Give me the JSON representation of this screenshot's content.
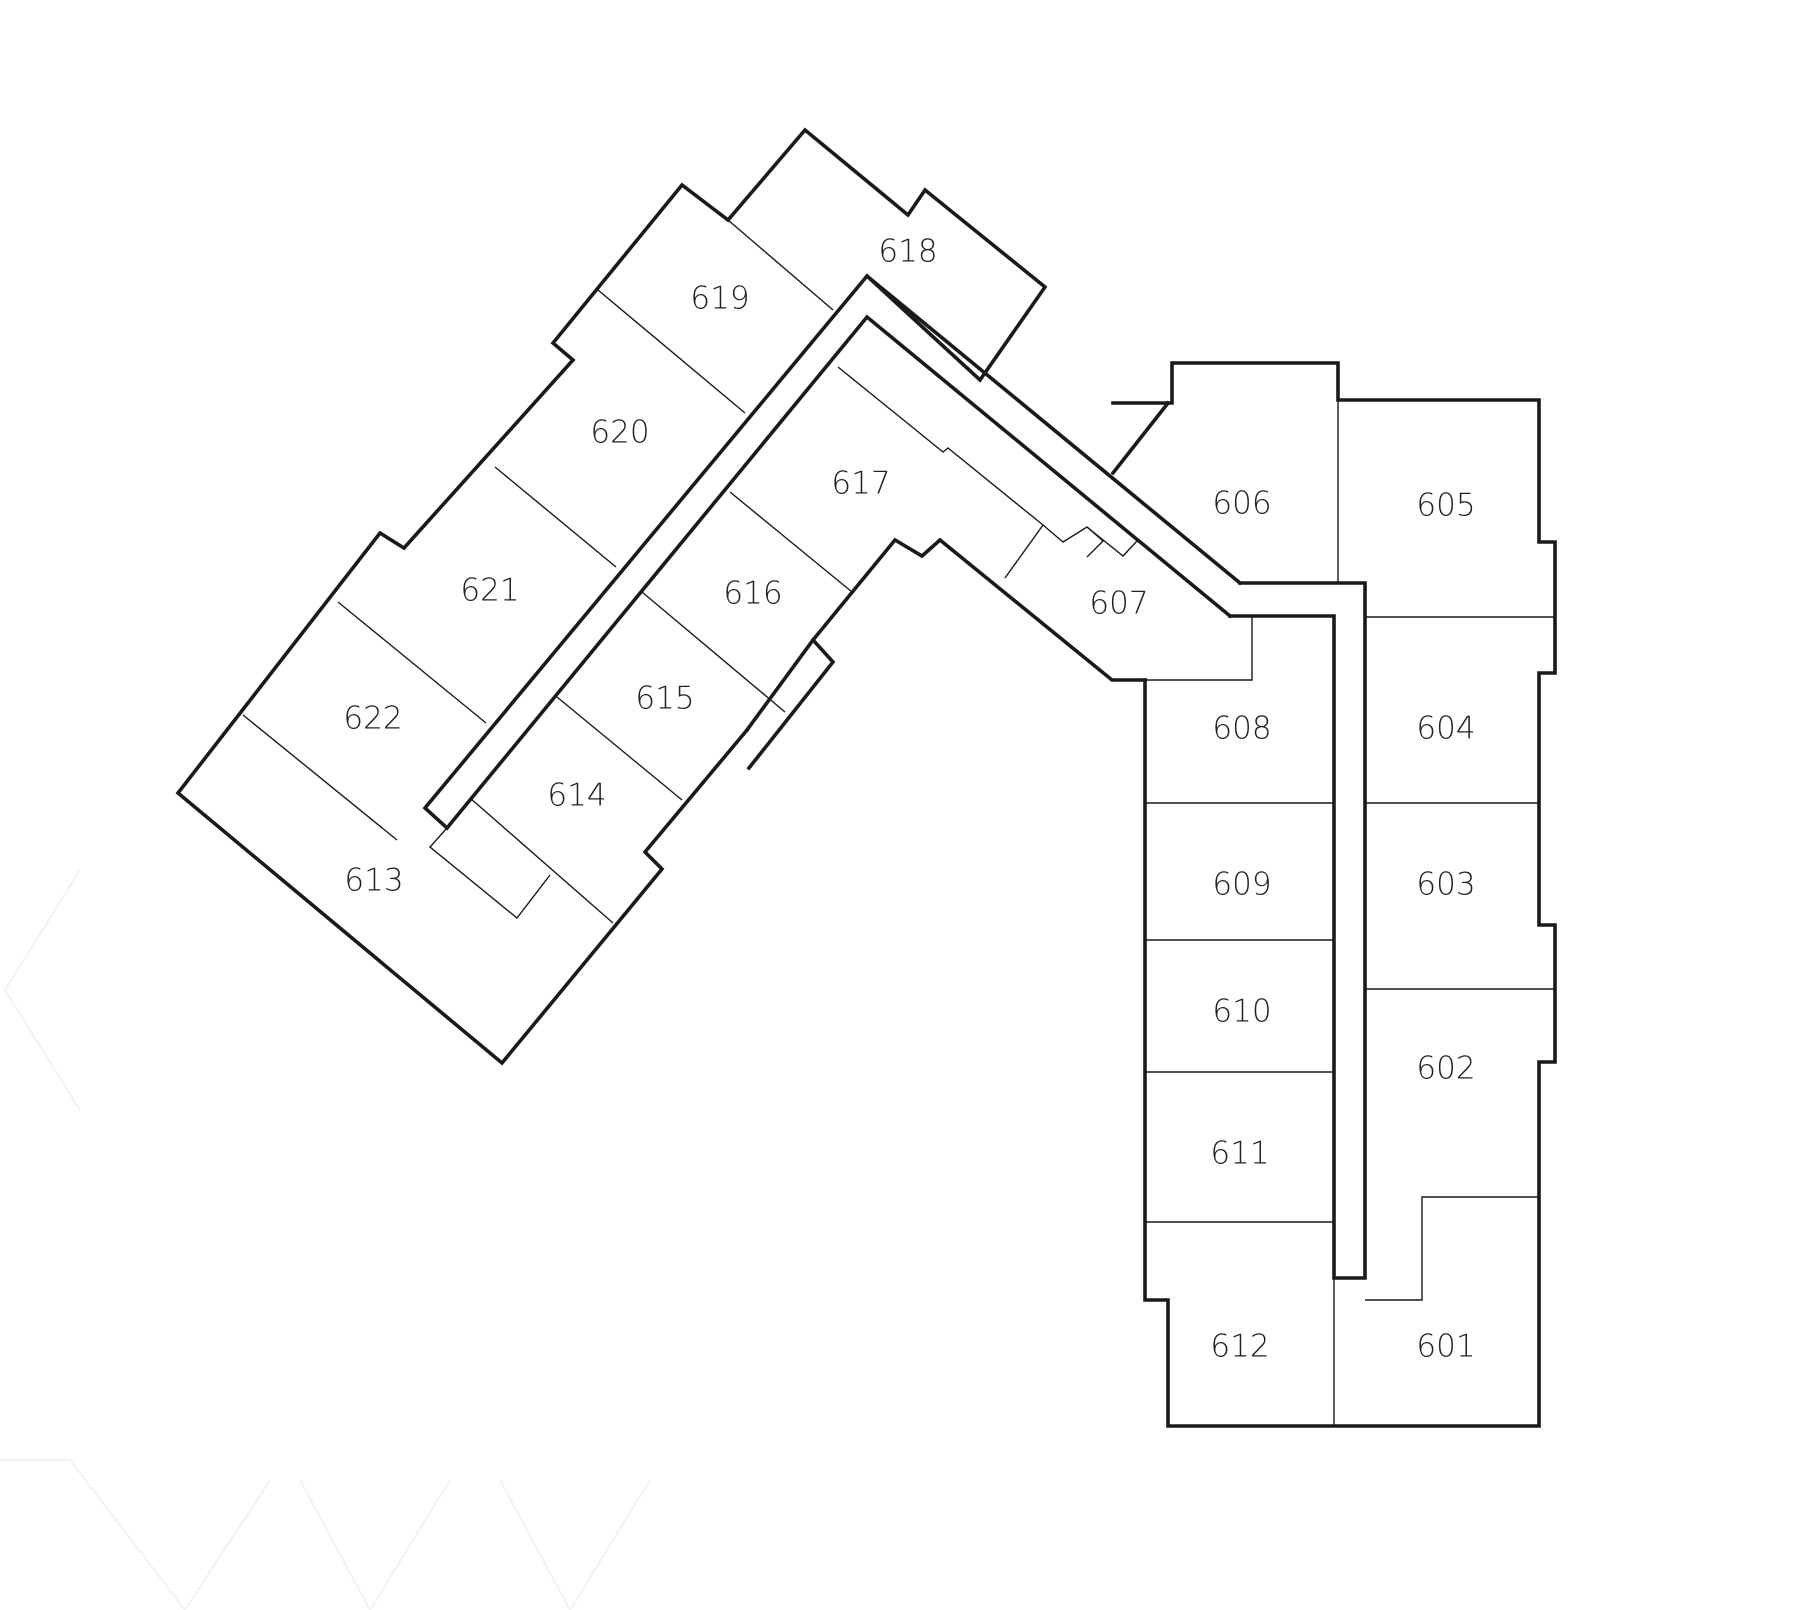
{
  "floor_plan": {
    "units": [
      {
        "number": "601"
      },
      {
        "number": "602"
      },
      {
        "number": "603"
      },
      {
        "number": "604"
      },
      {
        "number": "605"
      },
      {
        "number": "606"
      },
      {
        "number": "607"
      },
      {
        "number": "608"
      },
      {
        "number": "609"
      },
      {
        "number": "610"
      },
      {
        "number": "611"
      },
      {
        "number": "612"
      },
      {
        "number": "613"
      },
      {
        "number": "614"
      },
      {
        "number": "615"
      },
      {
        "number": "616"
      },
      {
        "number": "617"
      },
      {
        "number": "618"
      },
      {
        "number": "619"
      },
      {
        "number": "620"
      },
      {
        "number": "621"
      },
      {
        "number": "622"
      }
    ],
    "colors": {
      "line": "#1a1a1a",
      "label": "#222222",
      "background": "#ffffff"
    }
  }
}
